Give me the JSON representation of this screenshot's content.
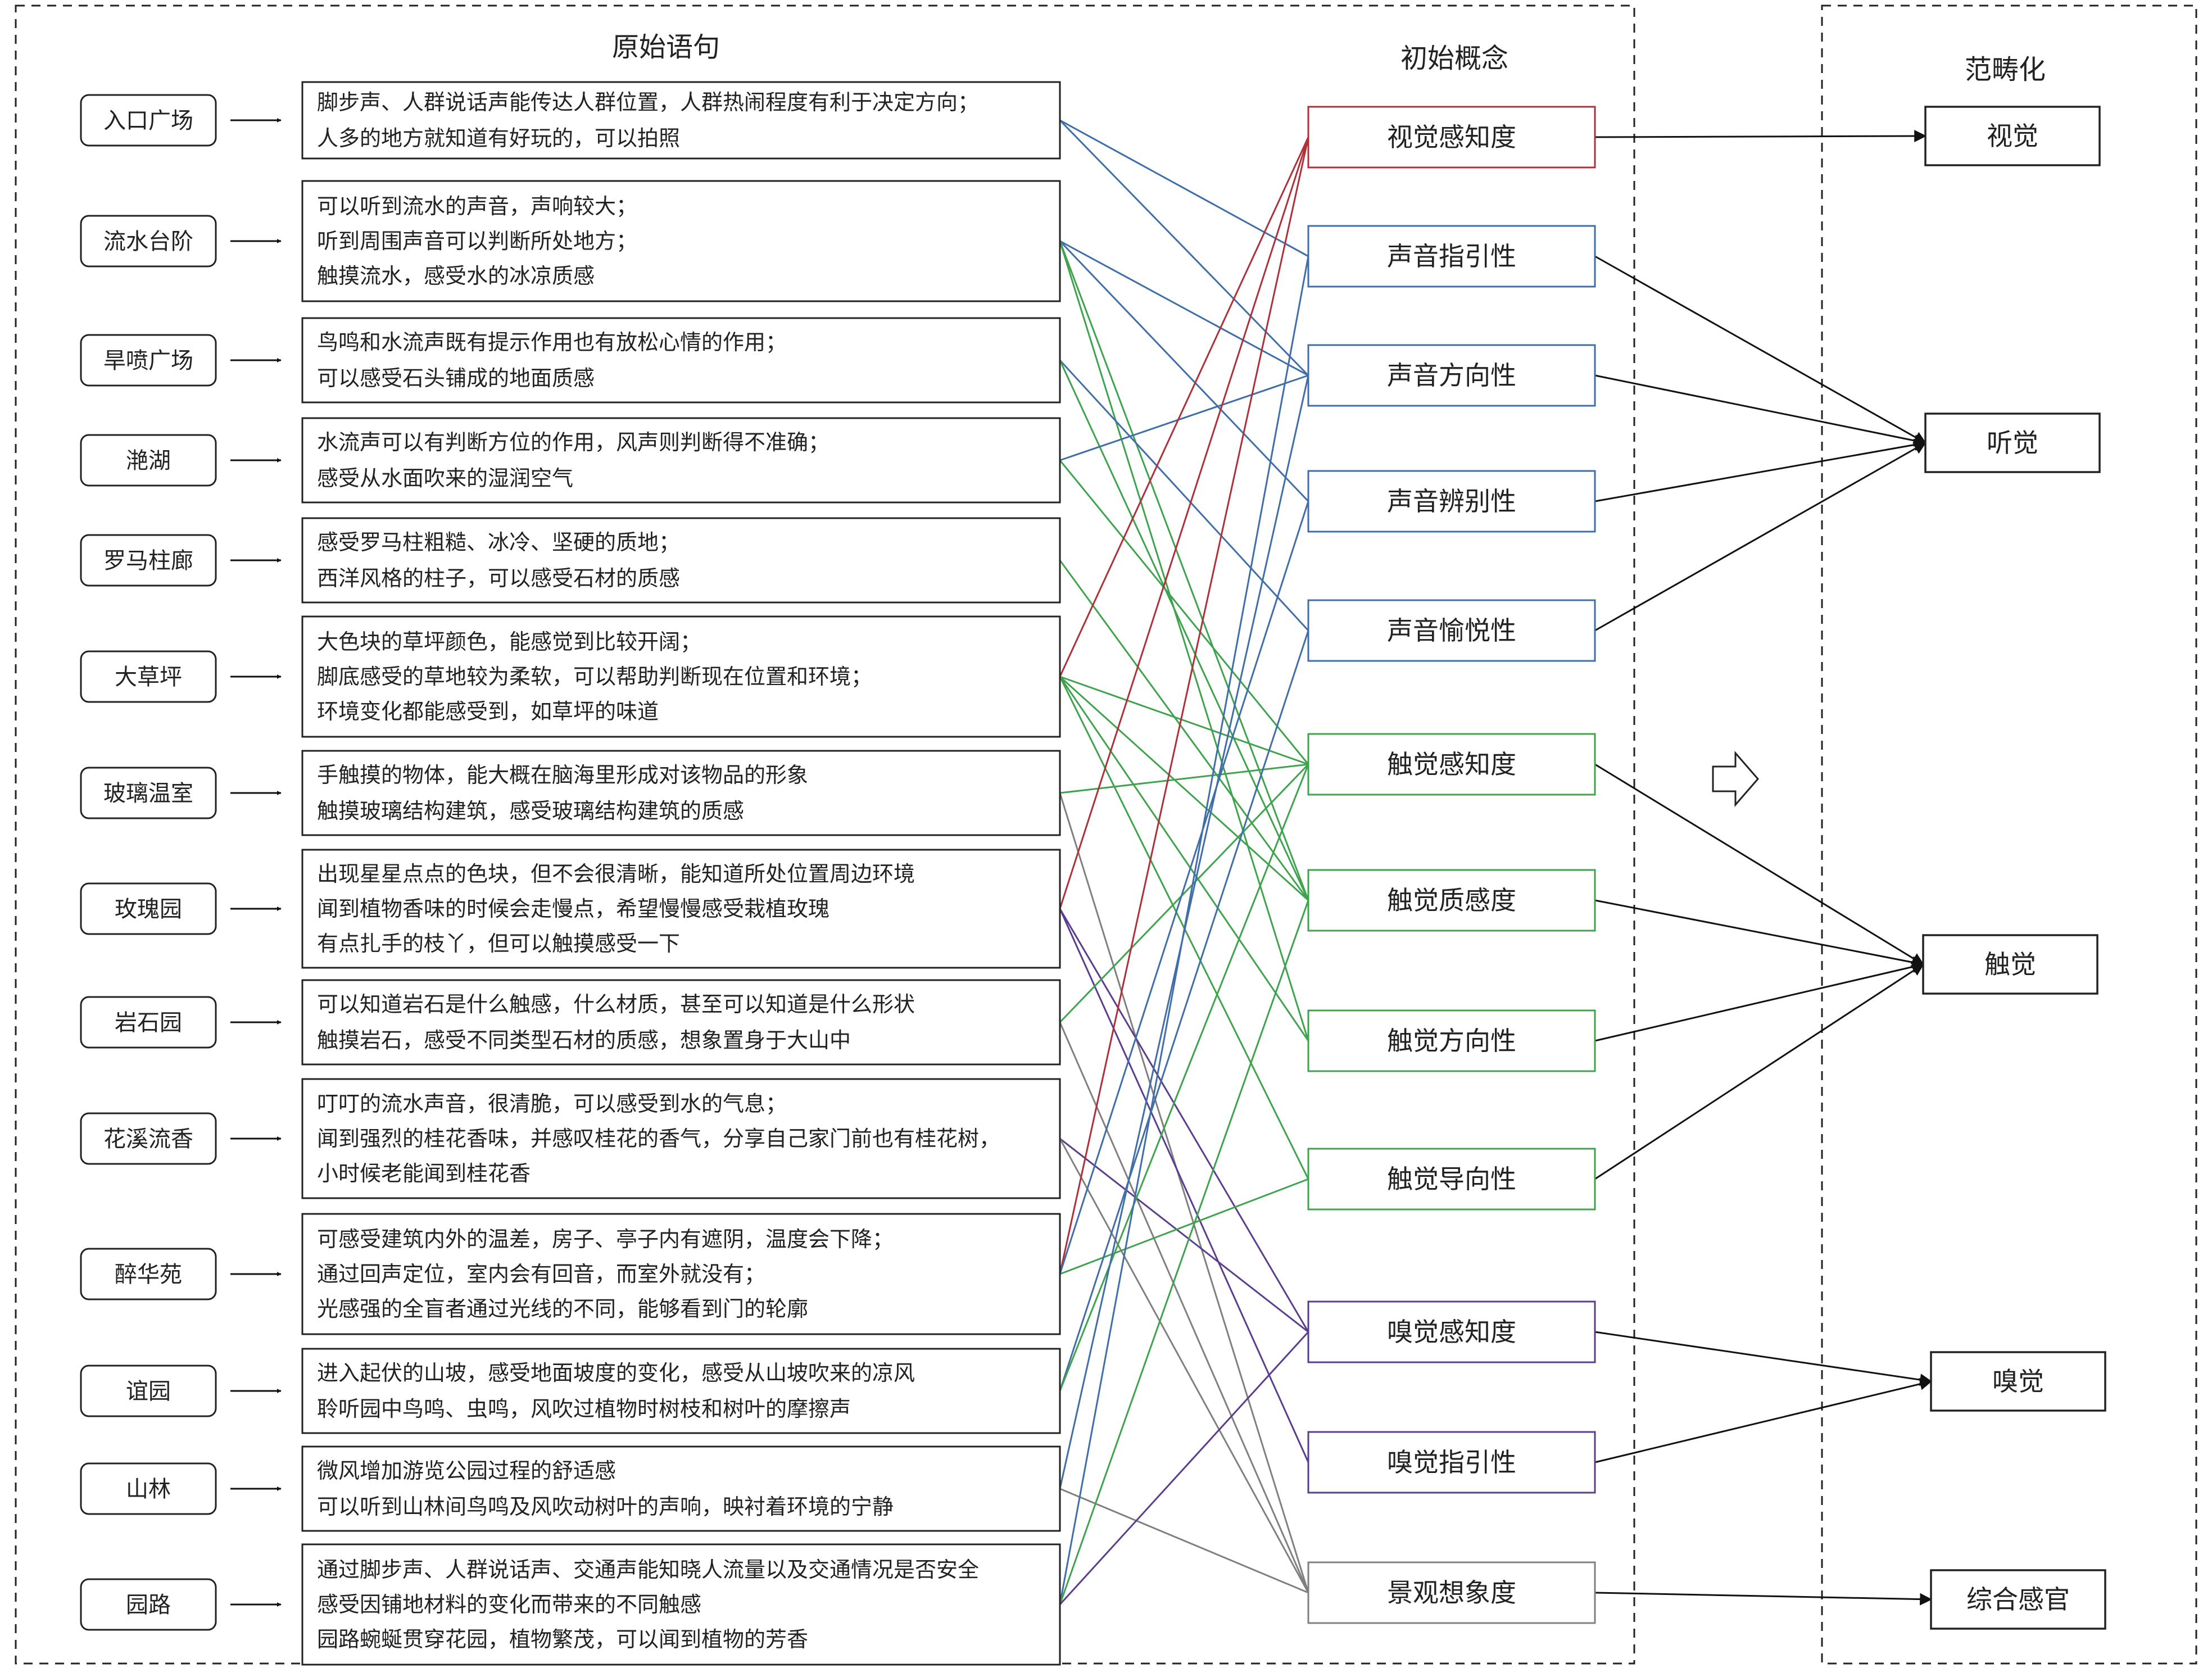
{
  "headers": {
    "sentences": "原始语句",
    "concepts": "初始概念",
    "categories": "范畴化"
  },
  "rows": [
    {
      "location": "入口广场",
      "lines": [
        "脚步声、人群说话声能传达人群位置，人群热闹程度有利于决定方向；",
        "人多的地方就知道有好玩的，可以拍照"
      ]
    },
    {
      "location": "流水台阶",
      "lines": [
        "可以听到流水的声音，声响较大；",
        "听到周围声音可以判断所处地方；",
        "触摸流水，感受水的冰凉质感"
      ]
    },
    {
      "location": "旱喷广场",
      "lines": [
        "鸟鸣和水流声既有提示作用也有放松心情的作用；",
        "可以感受石头铺成的地面质感"
      ]
    },
    {
      "location": "滟湖",
      "lines": [
        "水流声可以有判断方位的作用，风声则判断得不准确；",
        "感受从水面吹来的湿润空气"
      ]
    },
    {
      "location": "罗马柱廊",
      "lines": [
        "感受罗马柱粗糙、冰冷、坚硬的质地；",
        "西洋风格的柱子，可以感受石材的质感"
      ]
    },
    {
      "location": "大草坪",
      "lines": [
        "大色块的草坪颜色，能感觉到比较开阔；",
        "脚底感受的草地较为柔软，可以帮助判断现在位置和环境；",
        "环境变化都能感受到，如草坪的味道"
      ]
    },
    {
      "location": "玻璃温室",
      "lines": [
        "手触摸的物体，能大概在脑海里形成对该物品的形象",
        "触摸玻璃结构建筑，感受玻璃结构建筑的质感"
      ]
    },
    {
      "location": "玫瑰园",
      "lines": [
        "出现星星点点的色块，但不会很清晰，能知道所处位置周边环境",
        "闻到植物香味的时候会走慢点，希望慢慢感受栽植玫瑰",
        "有点扎手的枝丫，但可以触摸感受一下"
      ]
    },
    {
      "location": "岩石园",
      "lines": [
        "可以知道岩石是什么触感，什么材质，甚至可以知道是什么形状",
        "触摸岩石，感受不同类型石材的质感，想象置身于大山中"
      ]
    },
    {
      "location": "花溪流香",
      "lines": [
        "叮叮的流水声音，很清脆，可以感受到水的气息；",
        "闻到强烈的桂花香味，并感叹桂花的香气，分享自己家门前也有桂花树，",
        "小时候老能闻到桂花香"
      ]
    },
    {
      "location": "醉华苑",
      "lines": [
        "可感受建筑内外的温差，房子、亭子内有遮阴，温度会下降；",
        "通过回声定位，室内会有回音，而室外就没有；",
        "光感强的全盲者通过光线的不同，能够看到门的轮廓"
      ]
    },
    {
      "location": "谊园",
      "lines": [
        "进入起伏的山坡，感受地面坡度的变化，感受从山坡吹来的凉风",
        "聆听园中鸟鸣、虫鸣，风吹过植物时树枝和树叶的摩擦声"
      ]
    },
    {
      "location": "山林",
      "lines": [
        "微风增加游览公园过程的舒适感",
        "可以听到山林间鸟鸣及风吹动树叶的声响，映衬着环境的宁静"
      ]
    },
    {
      "location": "园路",
      "lines": [
        "通过脚步声、人群说话声、交通声能知晓人流量以及交通情况是否安全",
        "感受因铺地材料的变化而带来的不同触感",
        "园路蜿蜒贯穿花园，植物繁茂，可以闻到植物的芳香"
      ]
    }
  ],
  "concepts": [
    {
      "label": "视觉感知度",
      "color": "#b0303a"
    },
    {
      "label": "声音指引性",
      "color": "#3f6ea8"
    },
    {
      "label": "声音方向性",
      "color": "#3f6ea8"
    },
    {
      "label": "声音辨别性",
      "color": "#3f6ea8"
    },
    {
      "label": "声音愉悦性",
      "color": "#3f6ea8"
    },
    {
      "label": "触觉感知度",
      "color": "#3fa34d"
    },
    {
      "label": "触觉质感度",
      "color": "#3fa34d"
    },
    {
      "label": "触觉方向性",
      "color": "#3fa34d"
    },
    {
      "label": "触觉导向性",
      "color": "#3fa34d"
    },
    {
      "label": "嗅觉感知度",
      "color": "#5a3d8f"
    },
    {
      "label": "嗅觉指引性",
      "color": "#5a3d8f"
    },
    {
      "label": "景观想象度",
      "color": "#808080"
    }
  ],
  "categories": [
    {
      "label": "视觉"
    },
    {
      "label": "听觉"
    },
    {
      "label": "触觉"
    },
    {
      "label": "嗅觉"
    },
    {
      "label": "综合感官"
    }
  ],
  "links": [
    [
      0,
      1
    ],
    [
      0,
      2
    ],
    [
      1,
      2
    ],
    [
      1,
      3
    ],
    [
      1,
      6
    ],
    [
      1,
      7
    ],
    [
      2,
      4
    ],
    [
      2,
      6
    ],
    [
      3,
      2
    ],
    [
      3,
      5
    ],
    [
      4,
      6
    ],
    [
      5,
      0
    ],
    [
      5,
      5
    ],
    [
      5,
      6
    ],
    [
      5,
      7
    ],
    [
      5,
      8
    ],
    [
      6,
      5
    ],
    [
      6,
      11
    ],
    [
      7,
      0
    ],
    [
      7,
      9
    ],
    [
      7,
      10
    ],
    [
      8,
      5
    ],
    [
      8,
      11
    ],
    [
      9,
      9
    ],
    [
      9,
      11
    ],
    [
      10,
      0
    ],
    [
      10,
      3
    ],
    [
      10,
      8
    ],
    [
      11,
      4
    ],
    [
      11,
      5
    ],
    [
      12,
      2
    ],
    [
      12,
      11
    ],
    [
      13,
      1
    ],
    [
      13,
      6
    ],
    [
      13,
      9
    ]
  ],
  "concept_links": [
    [
      0,
      0
    ],
    [
      1,
      1
    ],
    [
      2,
      1
    ],
    [
      3,
      1
    ],
    [
      4,
      1
    ],
    [
      5,
      2
    ],
    [
      6,
      2
    ],
    [
      7,
      2
    ],
    [
      8,
      2
    ],
    [
      9,
      3
    ],
    [
      10,
      3
    ],
    [
      11,
      4
    ]
  ]
}
